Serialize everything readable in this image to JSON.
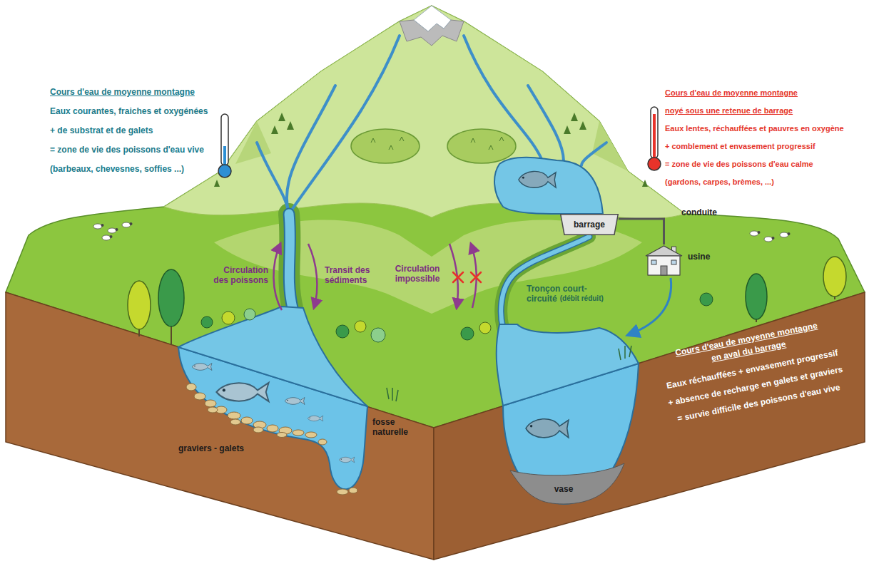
{
  "diagram": {
    "nodes": [
      {
        "text": [
          "barrage"
        ]
      },
      {
        "text": [
          "usine"
        ]
      }
    ],
    "edges": [
      {
        "from": 0,
        "to": 1,
        "arrow": "none"
      }
    ],
    "labels": [
      "Cours d'eau de moyenne montagne",
      "Eaux courantes, fraiches et oxygénées",
      "+ de substrat et de galets",
      "= zone de vie des poissons d'eau vive",
      "(barbeaux, chevesnes, soffies ...)",
      "Cours d'eau de moyenne montagne",
      "noyé sous une retenue de barrage",
      "Eaux lentes, réchauffées et pauvres en oxygène",
      "+ comblement et envasement progressif",
      "= zone de vie des poissons d'eau calme",
      "(gardons, carpes, brèmes, ...)",
      "Circulation des poissons",
      "Transit des sédiments",
      "Circulation impossible",
      "conduite",
      "Tronçon court-circuité",
      "(débit réduit)",
      "Cours d'eau de moyenne montagne",
      "en aval du barrage",
      "Eaux réchauffées + envasement progressif",
      "+ absence de recharge en galets et graviers",
      "= survie difficile des poissons d'eau vive",
      "graviers - galets",
      "fosse naturelle",
      "vase"
    ]
  }
}
